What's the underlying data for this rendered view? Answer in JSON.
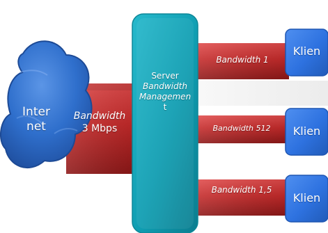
{
  "nodes": {
    "internet": {
      "line1": "Inter",
      "line2": "net"
    },
    "main_link": {
      "line1": "Bandwidth",
      "line2": "3 Mbps"
    },
    "server": {
      "line1": "Server",
      "line2": "Bandwidth",
      "line3": "Managemen",
      "line4": "t"
    },
    "branch_links": [
      {
        "label": "Bandwidth 1"
      },
      {
        "label": "Bandwidth 512"
      },
      {
        "label": "Bandwidth 1,5"
      }
    ],
    "clients": [
      {
        "label": "Klien"
      },
      {
        "label": "Klien"
      },
      {
        "label": "Klien"
      }
    ]
  },
  "colors": {
    "cloud_blue": "#2f6fcc",
    "pipe_red": "#c52a2a",
    "server_teal": "#13a8bd",
    "client_blue": "#2e72e0",
    "text_white": "#ffffff"
  }
}
